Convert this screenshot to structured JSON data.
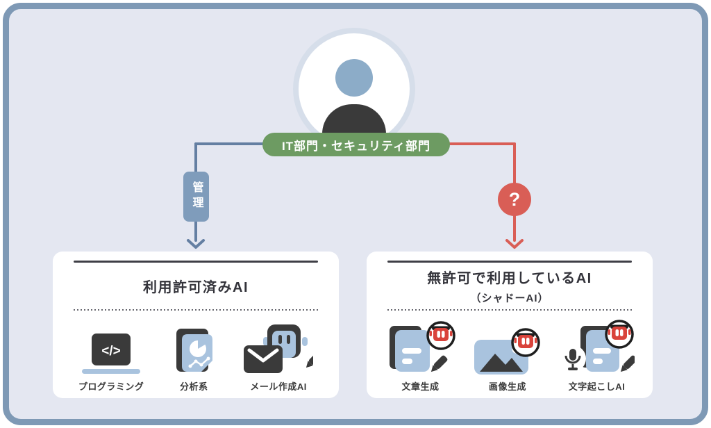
{
  "diagram": {
    "actor": {
      "label": "IT部門・セキュリティ部門",
      "icon": "person-avatar-icon"
    },
    "managed_branch": {
      "label": "管理"
    },
    "unknown_branch": {
      "label": "?"
    },
    "approved_card": {
      "title": "利用許可済みAI",
      "items": [
        {
          "label": "プログラミング",
          "icon": "laptop-code-icon"
        },
        {
          "label": "分析系",
          "icon": "analytics-document-icon"
        },
        {
          "label": "メール作成AI",
          "icon": "mail-robot-icon"
        }
      ]
    },
    "shadow_card": {
      "title": "無許可で利用しているAI",
      "subtitle": "（シャドーAI）",
      "items": [
        {
          "label": "文章生成",
          "icon": "text-generation-icon"
        },
        {
          "label": "画像生成",
          "icon": "image-generation-icon"
        },
        {
          "label": "文字起こしAI",
          "icon": "transcription-ai-icon"
        }
      ]
    },
    "colors": {
      "frame_border": "#7e99b5",
      "canvas_background": "#e4e7f1",
      "accent_green": "#6d9b62",
      "accent_blue": "#7f9cbb",
      "accent_red": "#d95e56",
      "icon_blue": "#a9c3de",
      "icon_dark": "#3a3a3a"
    }
  }
}
